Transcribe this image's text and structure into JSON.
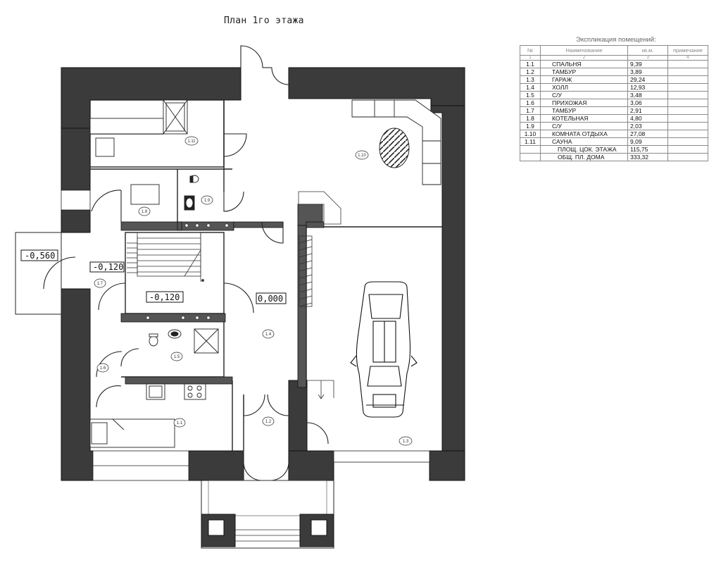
{
  "title": "План 1го этажа",
  "explication": {
    "title": "Экспликация помещений:",
    "headers": [
      "№",
      "Наименование",
      "кв.м.",
      "примечание"
    ],
    "header_numbers": [
      "1",
      "2",
      "3",
      "4"
    ],
    "rows": [
      {
        "no": "1.1",
        "name": "СПАЛЬНЯ",
        "area": "9,39",
        "note": ""
      },
      {
        "no": "1.2",
        "name": "ТАМБУР",
        "area": "3,89",
        "note": ""
      },
      {
        "no": "1.3",
        "name": "ГАРАЖ",
        "area": "29,24",
        "note": ""
      },
      {
        "no": "1.4",
        "name": "ХОЛЛ",
        "area": "12,93",
        "note": ""
      },
      {
        "no": "1.5",
        "name": "С/У",
        "area": "3,48",
        "note": ""
      },
      {
        "no": "1.6",
        "name": "ПРИХОЖАЯ",
        "area": "3,06",
        "note": ""
      },
      {
        "no": "1.7",
        "name": "ТАМБУР",
        "area": "2,91",
        "note": ""
      },
      {
        "no": "1.8",
        "name": "КОТЕЛЬНАЯ",
        "area": "4,80",
        "note": ""
      },
      {
        "no": "1.9",
        "name": "С/У",
        "area": "2,03",
        "note": ""
      },
      {
        "no": "1.10",
        "name": "КОМНАТА ОТДЫХА",
        "area": "27,08",
        "note": ""
      },
      {
        "no": "1.11",
        "name": "САУНА",
        "area": "9,09",
        "note": ""
      },
      {
        "no": "",
        "name": "ПЛОЩ. ЦОК. ЭТАЖА",
        "area": "115,75",
        "note": ""
      },
      {
        "no": "",
        "name": "ОБЩ. ПЛ. ДОМА",
        "area": "333,32",
        "note": ""
      }
    ]
  },
  "levels": {
    "porch": "-0,560",
    "vestibule": "-0,120",
    "stair": "-0,120",
    "hall": "0,000"
  },
  "room_labels": {
    "bedroom": "1.1",
    "tambour_front": "1.2",
    "garage": "1.3",
    "hall": "1.4",
    "bathroom": "1.5",
    "entry": "1.6",
    "tambour_side": "1.7",
    "boiler": "1.8",
    "wc": "1.9",
    "lounge": "1.10",
    "sauna": "1.11"
  }
}
